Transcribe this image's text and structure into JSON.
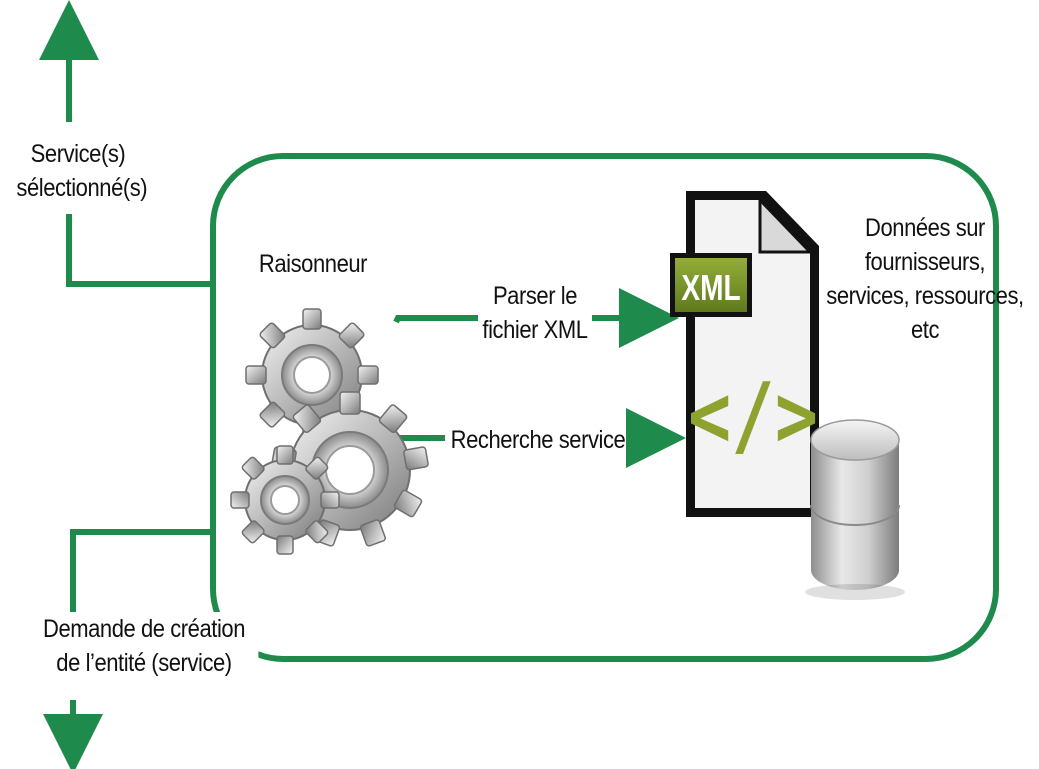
{
  "colors": {
    "accent_green": "#1e8b4c",
    "xml_badge": "#7f9a2a",
    "document_outline": "#111111",
    "document_fill": "#f4f4f4"
  },
  "labels": {
    "output_top": [
      "Service(s)",
      "sélectionné(s)"
    ],
    "reasoner": "Raisonneur",
    "parse_arrow": [
      "Parser le",
      "fichier XML"
    ],
    "search_arrow": "Recherche service",
    "data_sources": [
      "Données sur",
      "fournisseurs,",
      "services, ressources,",
      "etc"
    ],
    "input_bottom": [
      "Demande de création",
      "de l’entité (service)"
    ],
    "xml_badge": "XML",
    "code_glyph": "</>"
  },
  "icons": [
    "gears-icon",
    "xml-file-icon",
    "database-icon"
  ]
}
